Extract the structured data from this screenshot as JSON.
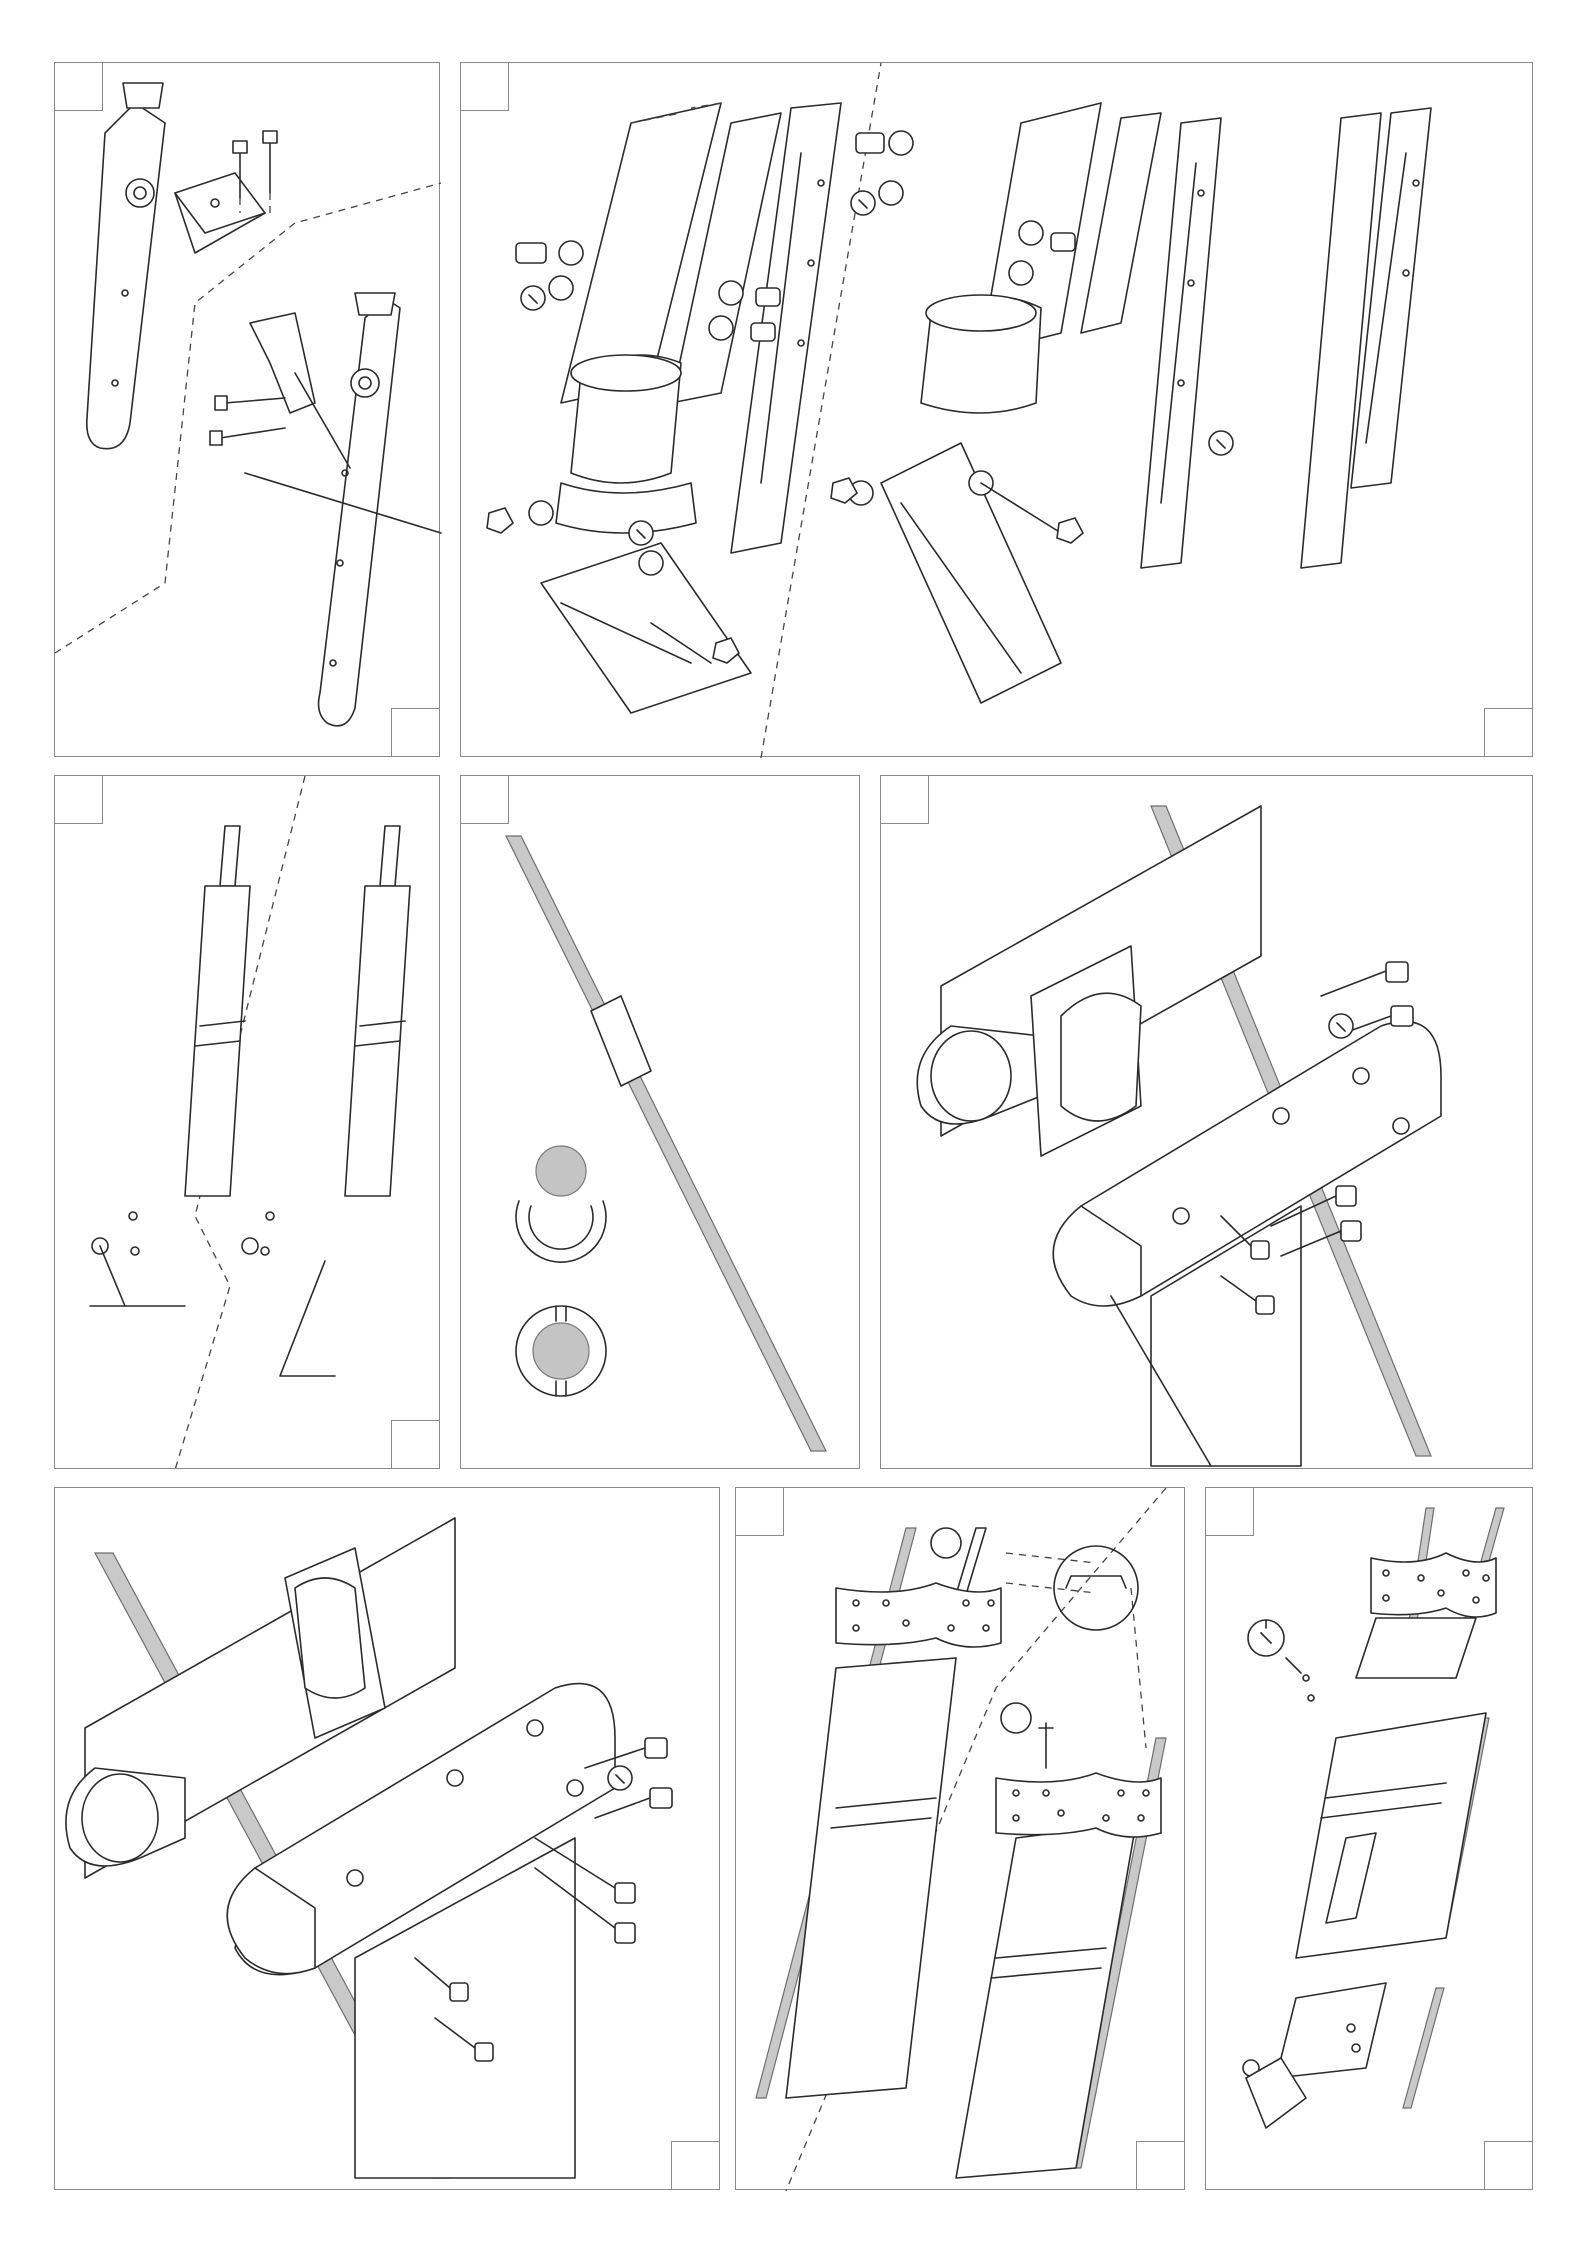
{
  "page": {
    "background": "#ffffff",
    "panel_border": "#8a8a8a",
    "line_color": "#2b2b2b",
    "rod_color": "#c9c9c9"
  },
  "panels": [
    {
      "id": "panel-1",
      "step_top": "",
      "step_bottom": ""
    },
    {
      "id": "panel-2",
      "step_top": "",
      "step_bottom": ""
    },
    {
      "id": "panel-3",
      "step_top": "",
      "step_bottom": ""
    },
    {
      "id": "panel-4",
      "step_top": ""
    },
    {
      "id": "panel-5",
      "step_top": ""
    },
    {
      "id": "panel-6",
      "step_bottom": ""
    },
    {
      "id": "panel-7",
      "step_top": "",
      "step_bottom": ""
    },
    {
      "id": "panel-8",
      "step_top": "",
      "step_bottom": ""
    }
  ],
  "icons": [
    "bolt-icon",
    "washer-icon",
    "nut-icon",
    "grease-tube-icon",
    "hex-socket-screw-icon",
    "clamp-plate-icon",
    "rail-profile-icon"
  ]
}
